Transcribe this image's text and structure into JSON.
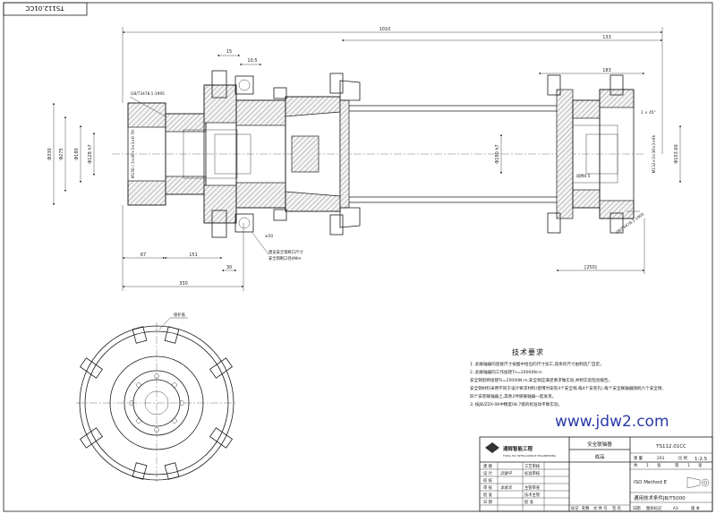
{
  "drawing_no_tab": "TS112.01CC",
  "watermark": "www.jdw2.com",
  "dims": {
    "overall_length": "1010",
    "d1": "133",
    "d2": "183",
    "d3": "15",
    "d4": "10.5",
    "left_67": "67",
    "left_151": "151",
    "left_30": "30",
    "left_330": "330",
    "right_250": "[250]",
    "phi330": "Φ330",
    "phi275": "Φ275",
    "phi180": "Φ180",
    "phi128": "Φ128 h7",
    "phi190": "Φ190 h7",
    "phi103": "Φ103.60",
    "left_spline": "M150 / 3×40×3×3×0 7H",
    "right_spline": "M132×3×30×3×6h",
    "std_left": "GB/T3478.1-1995",
    "std_right": "GB/T3478.1-1995",
    "chamfer": "1 × 45°",
    "gap_note": "间隙0.5",
    "tol_note": "≥50",
    "pin_note1": "建议安全销断口尺寸",
    "pin_note2": "安全销断口径4Mm"
  },
  "end_view": {
    "label": "保护盖"
  },
  "tech_req": {
    "title": "技术要求",
    "lines": [
      "1. 此联轴器的连接尺寸按图中给出的尺寸加工,其余的尺寸由制造厂自定。",
      "2. 此联轴器的工作扭矩Tn=20000N·m",
      "   安全销剪断扭矩Ts=25000N·m,安全销应满足要求做实验,并附实验检验报告。",
      "   安全销材料采用不同于设计要求材料(使用时安装4个安全销,每4个安装孔),每个安全联轴器随机六个安全销,",
      "   四个安装联轴器上,其余2件随联轴器一起发货。",
      "3. 按JB/ZZX-06中精度08.7级的标准动平衡实验。"
    ]
  },
  "title_block": {
    "logo_name": "通辉智能工程",
    "logo_en": "TONG HUI INTELLIGENCE ENGINEERING",
    "part_name": "安全联轴器",
    "category": "成品",
    "drawing_no": "TS112.01CC",
    "weight_label": "重 量",
    "weight": "203",
    "scale_label": "比 例",
    "scale": "1:2.5",
    "sheet_total_label": "共",
    "sheet_total": "1",
    "sheet_no_label": "第",
    "sheet_no": "1",
    "sheet_label": "张",
    "method": "ISO Method E",
    "general_std": "通用技术条件JB/T5000",
    "rows": [
      "建 模",
      "设 计",
      "校 核",
      "审 核",
      "批 准",
      "日 期"
    ],
    "roles_mid": [
      "工艺审核",
      "标准审核",
      "主管审查",
      "技术主管",
      "批 准"
    ],
    "signatures": [
      "武建平",
      "李家兵"
    ],
    "date": "日 期",
    "footer": [
      "标记",
      "处数",
      "文 件 号",
      "签 名",
      "日期",
      "图样标记",
      "A3",
      "版 本"
    ]
  }
}
